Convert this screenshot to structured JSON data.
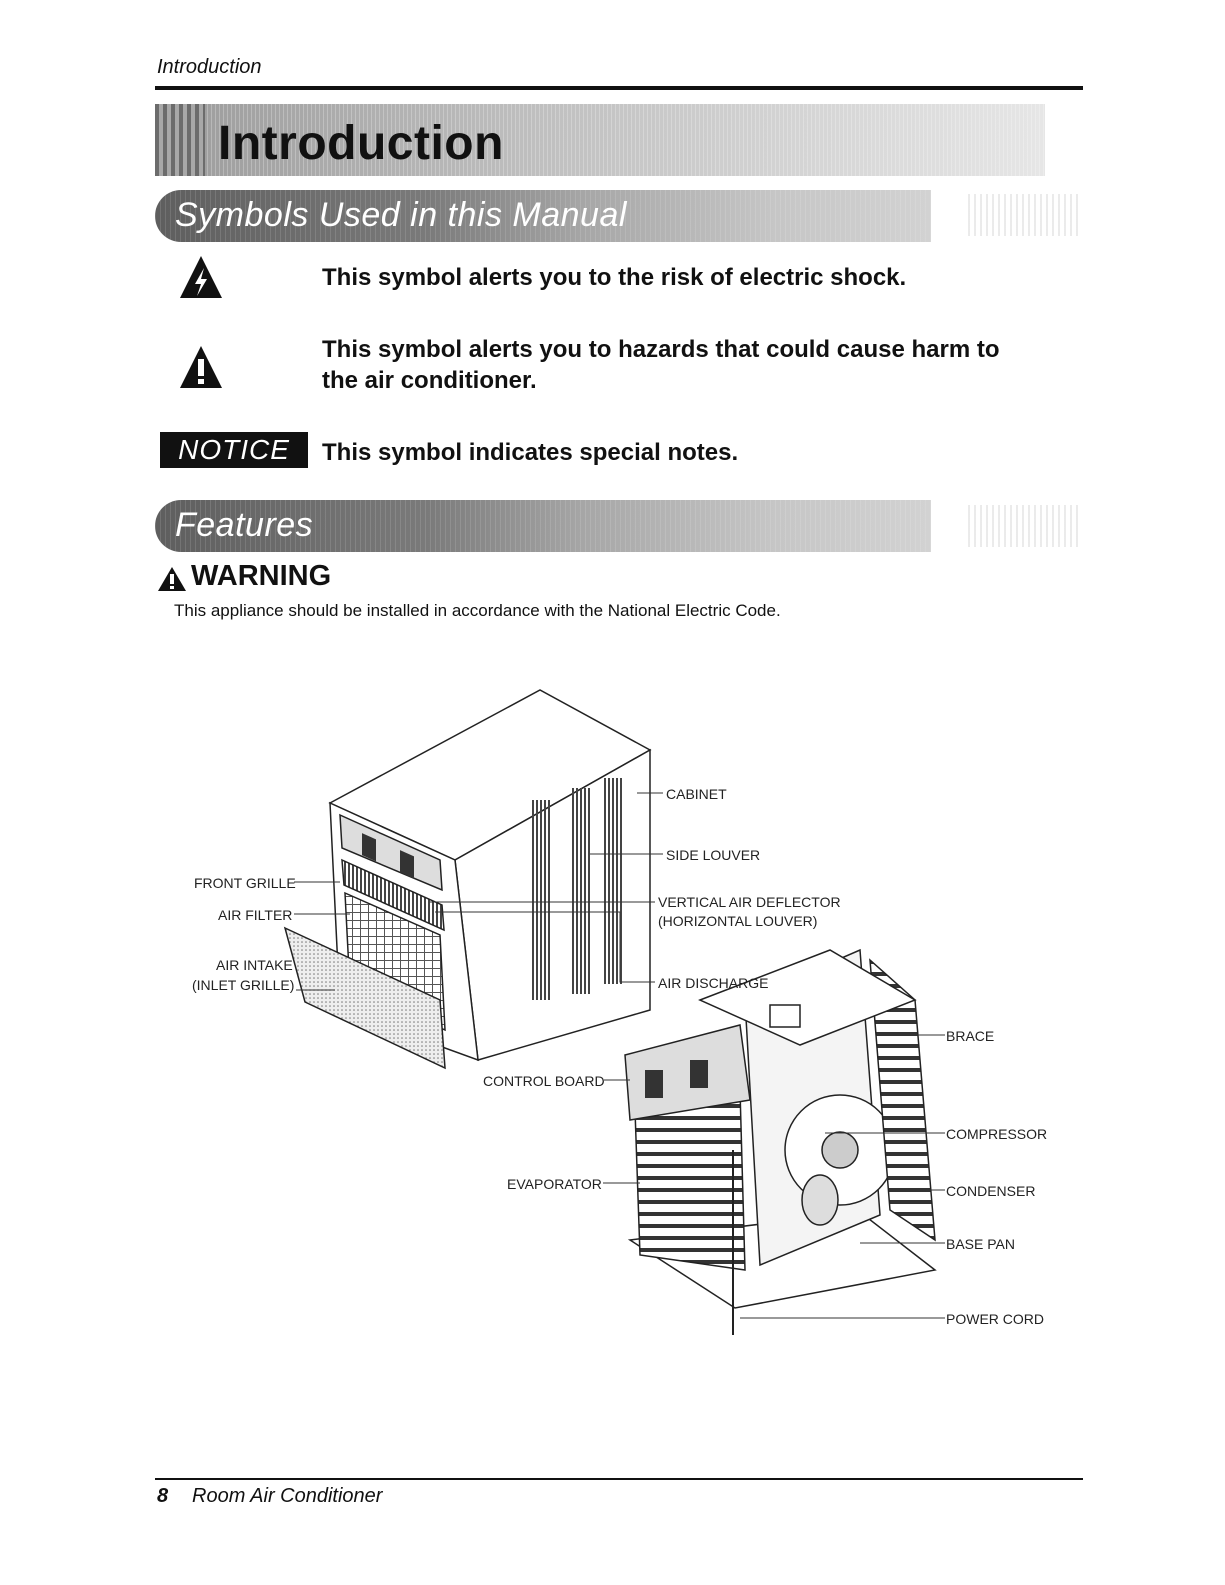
{
  "header": {
    "running_title": "Introduction"
  },
  "title": {
    "text": "Introduction"
  },
  "symbols_section": {
    "heading": "Symbols Used in this Manual",
    "items": [
      {
        "icon": "electric-shock-warning-icon",
        "text": "This symbol alerts you to the risk of electric shock."
      },
      {
        "icon": "hazard-warning-icon",
        "text_line1": "This symbol alerts you to hazards that could cause harm to",
        "text_line2": "the air conditioner."
      },
      {
        "badge": "NOTICE",
        "text": "This symbol indicates special notes."
      }
    ]
  },
  "features_section": {
    "heading": "Features",
    "warning_label": "WARNING",
    "warning_text": "This appliance should be installed in accordance with the National Electric Code."
  },
  "diagram": {
    "labels": {
      "cabinet": "CABINET",
      "side_louver": "SIDE LOUVER",
      "front_grille": "FRONT GRILLE",
      "vertical_air_deflector": "VERTICAL AIR DEFLECTOR",
      "horizontal_louver": "(HORIZONTAL LOUVER)",
      "air_filter": "AIR FILTER",
      "air_intake": "AIR INTAKE",
      "inlet_grille": "(INLET GRILLE)",
      "air_discharge": "AIR DISCHARGE",
      "brace": "BRACE",
      "control_board": "CONTROL BOARD",
      "compressor": "COMPRESSOR",
      "evaporator": "EVAPORATOR",
      "condenser": "CONDENSER",
      "base_pan": "BASE PAN",
      "power_cord": "POWER CORD"
    }
  },
  "footer": {
    "page_number": "8",
    "title": "Room Air Conditioner"
  }
}
